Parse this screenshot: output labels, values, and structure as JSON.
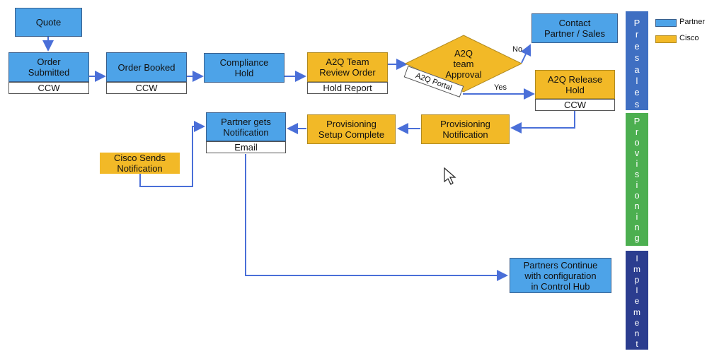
{
  "nodes": {
    "quote": "Quote",
    "order_submitted": "Order Submitted",
    "order_submitted_sub": "CCW",
    "order_booked": "Order Booked",
    "order_booked_sub": "CCW",
    "compliance_hold": "Compliance Hold",
    "a2q_team_review": "A2Q Team Review Order",
    "a2q_team_review_sub": "Hold Report",
    "a2q_team_approval": "A2Q team Approval",
    "a2q_portal": "A2Q Portal",
    "contact_partner_sales": "Contact Partner / Sales",
    "a2q_release_hold": "A2Q Release Hold",
    "a2q_release_hold_sub": "CCW",
    "provisioning_notification": "Provisioning Notification",
    "provisioning_setup_complete": "Provisioning Setup Complete",
    "partner_gets_notification": "Partner gets Notification",
    "partner_gets_notification_sub": "Email",
    "cisco_sends_notification": "Cisco Sends Notification",
    "partners_continue": "Partners Continue with configuration in Control Hub"
  },
  "edge_labels": {
    "no": "No",
    "yes": "Yes"
  },
  "phases": {
    "presales": [
      "P",
      "r",
      "e",
      "s",
      "a",
      "l",
      "e",
      "s"
    ],
    "provisioning": [
      "P",
      "r",
      "o",
      "v",
      "i",
      "s",
      "i",
      "o",
      "n",
      "i",
      "n",
      "g"
    ],
    "implement": [
      "I",
      "m",
      "p",
      "l",
      "e",
      "m",
      "e",
      "n",
      "t"
    ]
  },
  "legend": {
    "partner": "Partner",
    "cisco": "Cisco"
  },
  "colors": {
    "partner_blue": "#4da3e8",
    "cisco_orange": "#f2b927",
    "presales": "#3f6fc2",
    "provisioning": "#4caf50",
    "implement": "#2b3d8f",
    "connector": "#4a6fd8"
  }
}
